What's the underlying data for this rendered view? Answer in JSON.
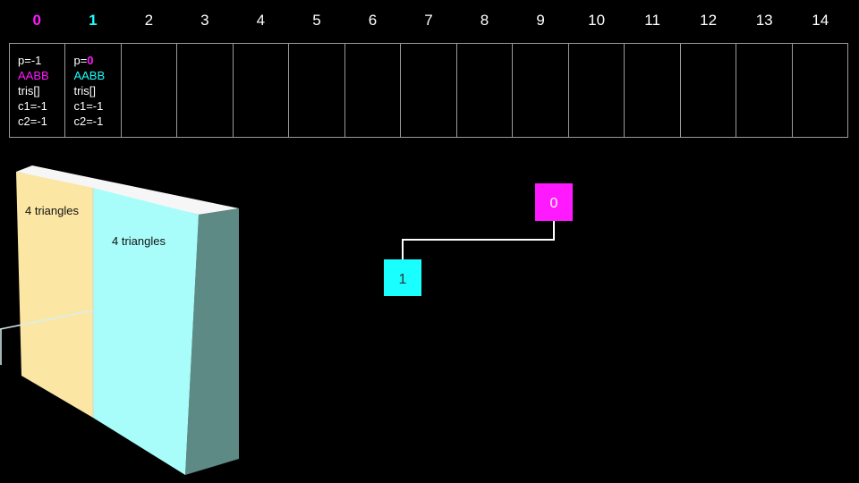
{
  "indices": [
    "0",
    "1",
    "2",
    "3",
    "4",
    "5",
    "6",
    "7",
    "8",
    "9",
    "10",
    "11",
    "12",
    "13",
    "14"
  ],
  "cells": [
    {
      "p_prefix": "p=",
      "p_value": "-1",
      "aabb": "AABB",
      "tris": "tris[]",
      "c1": "c1=-1",
      "c2": "c2=-1"
    },
    {
      "p_prefix": "p=",
      "p_value": "0",
      "aabb": "AABB",
      "tris": "tris[]",
      "c1": "c1=-1",
      "c2": "c2=-1"
    }
  ],
  "scene": {
    "left_block_label": "4 triangles",
    "right_block_label": "4 triangles"
  },
  "tree": {
    "root_label": "0",
    "child_label": "1"
  },
  "colors": {
    "magenta": "#ff19ff",
    "cyan": "#19ffff",
    "yellow_face": "#fbe6a4",
    "cyan_face": "#a8fdfb",
    "side_face": "#5e8a86"
  }
}
